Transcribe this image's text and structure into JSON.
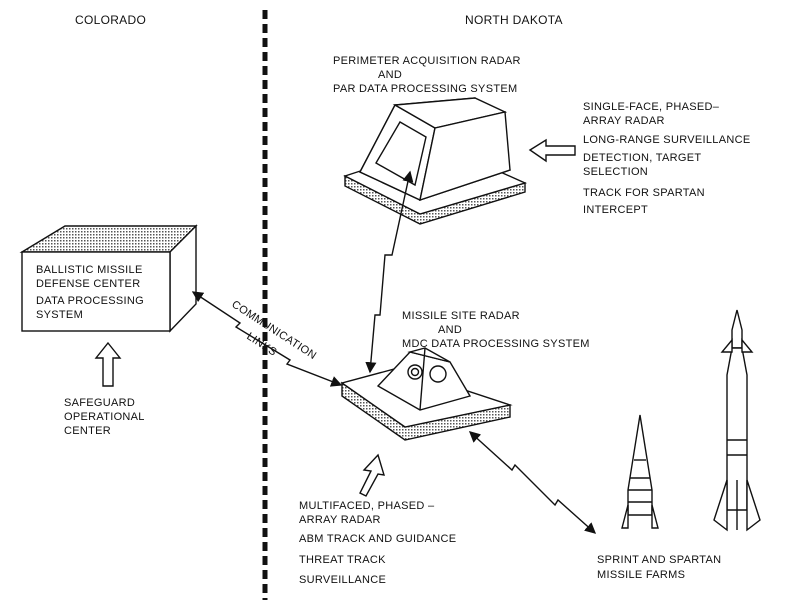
{
  "regions": {
    "left": "COLORADO",
    "right": "NORTH DAKOTA"
  },
  "bmdc": {
    "lines": [
      "BALLISTIC MISSILE",
      "DEFENSE CENTER",
      "DATA PROCESSING",
      "SYSTEM"
    ]
  },
  "safeguard": {
    "lines": [
      "SAFEGUARD",
      "OPERATIONAL",
      "CENTER"
    ]
  },
  "par": {
    "title": [
      "PERIMETER ACQUISITION RADAR",
      "AND",
      "PAR DATA PROCESSING SYSTEM"
    ],
    "features": [
      "SINGLE-FACE, PHASED–",
      "ARRAY RADAR",
      "LONG-RANGE SURVEILLANCE",
      "DETECTION, TARGET",
      "SELECTION",
      "TRACK FOR SPARTAN",
      "INTERCEPT"
    ]
  },
  "comm": {
    "line1": "COMMUNICATION",
    "line2": "LINKS"
  },
  "msr": {
    "title": [
      "MISSILE SITE RADAR",
      "AND",
      "MDC DATA PROCESSING SYSTEM"
    ],
    "features": [
      "MULTIFACED, PHASED –",
      "ARRAY RADAR",
      "ABM TRACK AND GUIDANCE",
      "THREAT TRACK",
      "SURVEILLANCE"
    ]
  },
  "farms": {
    "lines": [
      "SPRINT AND SPARTAN",
      "MISSILE FARMS"
    ]
  }
}
